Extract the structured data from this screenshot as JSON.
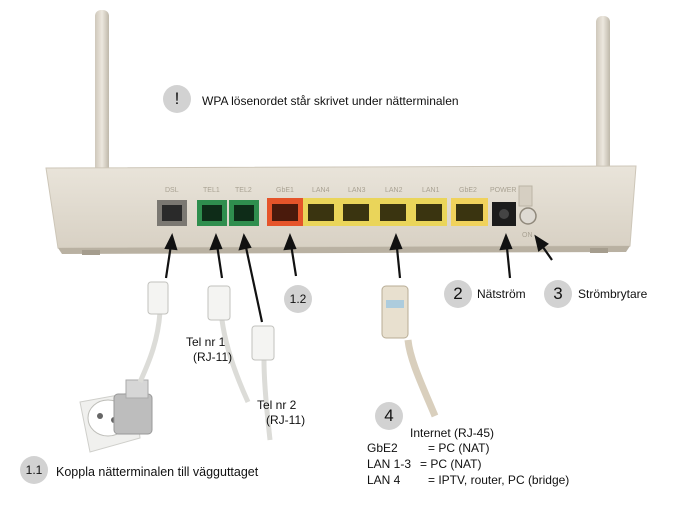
{
  "header": {
    "badge": "!",
    "text": "WPA lösenordet står skrivet under nätterminalen"
  },
  "ports": {
    "dsl": "DSL",
    "tel1": "TEL1",
    "tel2": "TEL2",
    "gbe1": "GbE1",
    "lan4": "LAN4",
    "lan3": "LAN3",
    "lan2": "LAN2",
    "lan1": "LAN1",
    "gbe2": "GbE2",
    "power": "POWER",
    "on": "ON"
  },
  "callouts": {
    "c12": {
      "badge": "1.2"
    },
    "c2": {
      "badge": "2",
      "label": "Nätström"
    },
    "c3": {
      "badge": "3",
      "label": "Strömbrytare"
    },
    "tel1": {
      "line1": "Tel nr 1",
      "line2": "(RJ-11)"
    },
    "tel2": {
      "line1": "Tel nr 2",
      "line2": "(RJ-11)"
    },
    "c4": {
      "badge": "4",
      "title": "Internet (RJ-45)",
      "rows": [
        {
          "port": "GbE2",
          "desc": "= PC (NAT)"
        },
        {
          "port": "LAN 1-3",
          "desc": "= PC (NAT)"
        },
        {
          "port": "LAN 4",
          "desc": "= IPTV, router, PC (bridge)"
        }
      ]
    },
    "c11": {
      "badge": "1.1",
      "label": "Koppla nätterminalen till vägguttaget"
    }
  }
}
